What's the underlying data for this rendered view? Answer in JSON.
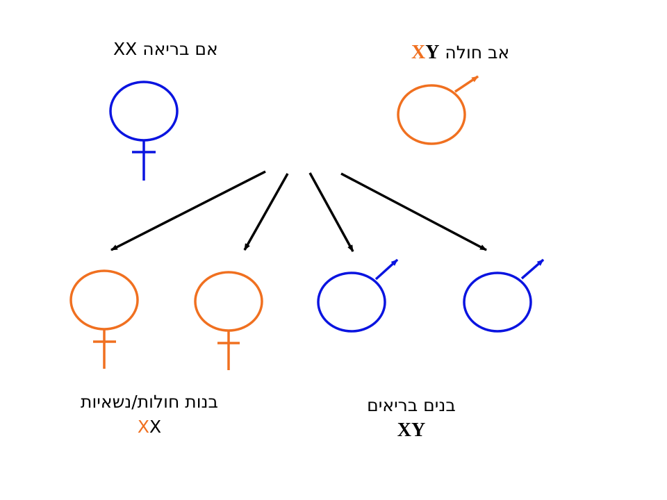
{
  "colors": {
    "healthy": "#0a14e0",
    "affected": "#f07020",
    "arrow": "#000000"
  },
  "parents": {
    "mother": {
      "label": "אם בריאה",
      "genotype": [
        "X",
        "X"
      ]
    },
    "father": {
      "label": "אב חולה",
      "genotype": [
        "X",
        "Y"
      ]
    }
  },
  "children": {
    "daughters": {
      "label": "בנות חולות/נשאיות",
      "genotype": [
        "X",
        "X"
      ]
    },
    "sons": {
      "label": "בנים בריאים",
      "genotype": [
        "X",
        "Y"
      ]
    }
  }
}
